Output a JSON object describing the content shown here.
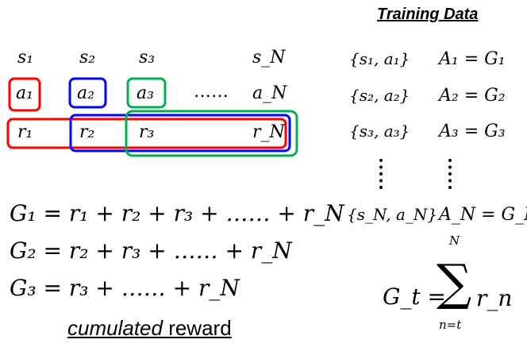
{
  "states": [
    "s₁",
    "s₂",
    "s₃",
    "s_N"
  ],
  "actions": [
    "a₁",
    "a₂",
    "a₃",
    "a_N"
  ],
  "ellipsis": "……",
  "rewards": [
    "r₁",
    "r₂",
    "r₃",
    "r_N"
  ],
  "equations": [
    "G₁ = r₁ + r₂ + r₃ + …… + r_N",
    "G₂ = r₂ + r₃ + …… + r_N",
    "G₃ = r₃ + …… + r_N"
  ],
  "caption": {
    "italic": "cumulated",
    "rest": " reward"
  },
  "training": {
    "title": "Training Data",
    "pairs": [
      "{s₁, a₁}",
      "{s₂, a₂}",
      "{s₃, a₃}",
      "{s_N, a_N}"
    ],
    "targets": [
      "A₁ = G₁",
      "A₂ = G₂",
      "A₃ = G₃",
      "A_N = G_N"
    ]
  },
  "formula": {
    "lhs": "G_t =",
    "sum": "∑",
    "upper": "N",
    "lower": "n=t",
    "term": "r_n"
  },
  "colors": {
    "red": "#ff0000",
    "blue": "#0000ff",
    "green": "#00b050"
  }
}
